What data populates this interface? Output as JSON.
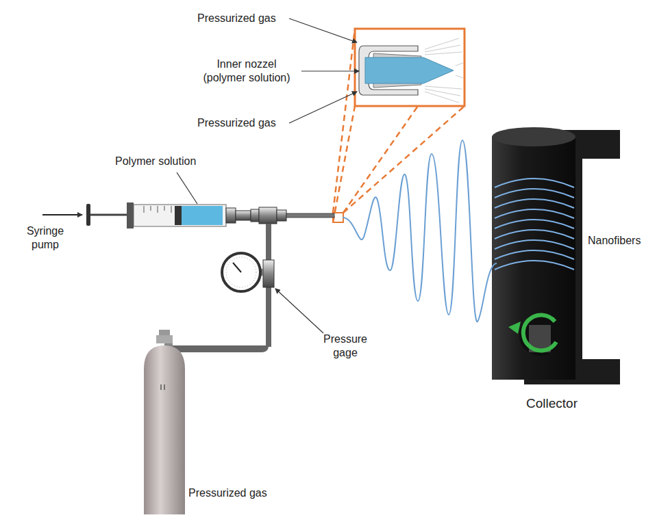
{
  "diagram": {
    "labels": [
      "Pressurized gas",
      "Inner nozzel (polymer solution)",
      "Pressurized gas",
      "Polymer solution",
      "Syringe pump",
      "Nanofibers",
      "Pressure gage",
      "Collector",
      "Pressurized gas"
    ]
  }
}
